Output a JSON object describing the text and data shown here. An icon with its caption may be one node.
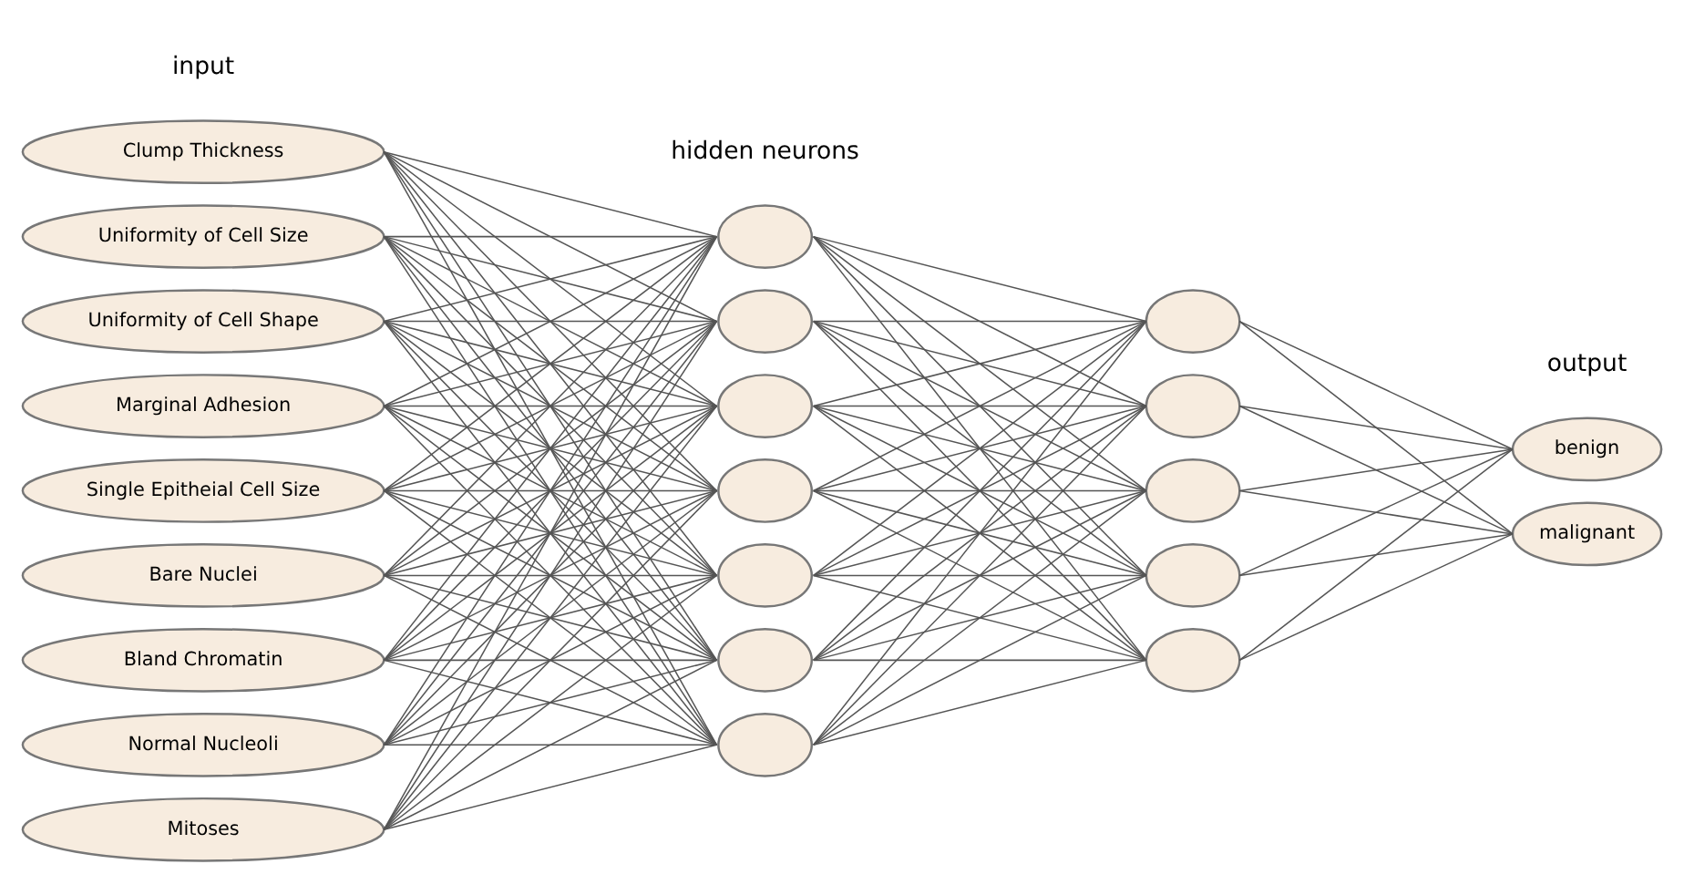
{
  "diagram": {
    "nodes": [
      {
        "text": [
          "Clump Thickness"
        ]
      },
      {
        "text": [
          "Uniformity of Cell Size"
        ]
      },
      {
        "text": [
          "Uniformity of Cell Shape"
        ]
      },
      {
        "text": [
          "Marginal Adhesion"
        ]
      },
      {
        "text": [
          "Single Epitheial Cell Size"
        ]
      },
      {
        "text": [
          "Bare Nuclei"
        ]
      },
      {
        "text": [
          "Bland Chromatin"
        ]
      },
      {
        "text": [
          "Normal Nucleoli"
        ]
      },
      {
        "text": [
          "Mitoses"
        ]
      },
      {
        "text": [],
        "shape": "circle"
      },
      {
        "text": [],
        "shape": "circle"
      },
      {
        "text": [],
        "shape": "circle"
      },
      {
        "text": [],
        "shape": "circle"
      },
      {
        "text": [],
        "shape": "circle"
      },
      {
        "text": [],
        "shape": "circle"
      },
      {
        "text": [],
        "shape": "circle"
      },
      {
        "text": [],
        "shape": "circle"
      },
      {
        "text": [],
        "shape": "circle"
      },
      {
        "text": [],
        "shape": "circle"
      },
      {
        "text": [],
        "shape": "circle"
      },
      {
        "text": [],
        "shape": "circle"
      },
      {
        "text": [
          "benign"
        ]
      },
      {
        "text": [
          "malignant"
        ]
      }
    ],
    "edges": [
      {
        "from": 0,
        "to": 9,
        "arrow": "none"
      },
      {
        "from": 0,
        "to": 10,
        "arrow": "none"
      },
      {
        "from": 0,
        "to": 11,
        "arrow": "none"
      },
      {
        "from": 0,
        "to": 12,
        "arrow": "none"
      },
      {
        "from": 0,
        "to": 13,
        "arrow": "none"
      },
      {
        "from": 0,
        "to": 14,
        "arrow": "none"
      },
      {
        "from": 0,
        "to": 15,
        "arrow": "none"
      },
      {
        "from": 1,
        "to": 9,
        "arrow": "none"
      },
      {
        "from": 1,
        "to": 10,
        "arrow": "none"
      },
      {
        "from": 1,
        "to": 11,
        "arrow": "none"
      },
      {
        "from": 1,
        "to": 12,
        "arrow": "none"
      },
      {
        "from": 1,
        "to": 13,
        "arrow": "none"
      },
      {
        "from": 1,
        "to": 14,
        "arrow": "none"
      },
      {
        "from": 1,
        "to": 15,
        "arrow": "none"
      },
      {
        "from": 2,
        "to": 9,
        "arrow": "none"
      },
      {
        "from": 2,
        "to": 10,
        "arrow": "none"
      },
      {
        "from": 2,
        "to": 11,
        "arrow": "none"
      },
      {
        "from": 2,
        "to": 12,
        "arrow": "none"
      },
      {
        "from": 2,
        "to": 13,
        "arrow": "none"
      },
      {
        "from": 2,
        "to": 14,
        "arrow": "none"
      },
      {
        "from": 2,
        "to": 15,
        "arrow": "none"
      },
      {
        "from": 3,
        "to": 9,
        "arrow": "none"
      },
      {
        "from": 3,
        "to": 10,
        "arrow": "none"
      },
      {
        "from": 3,
        "to": 11,
        "arrow": "none"
      },
      {
        "from": 3,
        "to": 12,
        "arrow": "none"
      },
      {
        "from": 3,
        "to": 13,
        "arrow": "none"
      },
      {
        "from": 3,
        "to": 14,
        "arrow": "none"
      },
      {
        "from": 3,
        "to": 15,
        "arrow": "none"
      },
      {
        "from": 4,
        "to": 9,
        "arrow": "none"
      },
      {
        "from": 4,
        "to": 10,
        "arrow": "none"
      },
      {
        "from": 4,
        "to": 11,
        "arrow": "none"
      },
      {
        "from": 4,
        "to": 12,
        "arrow": "none"
      },
      {
        "from": 4,
        "to": 13,
        "arrow": "none"
      },
      {
        "from": 4,
        "to": 14,
        "arrow": "none"
      },
      {
        "from": 4,
        "to": 15,
        "arrow": "none"
      },
      {
        "from": 5,
        "to": 9,
        "arrow": "none"
      },
      {
        "from": 5,
        "to": 10,
        "arrow": "none"
      },
      {
        "from": 5,
        "to": 11,
        "arrow": "none"
      },
      {
        "from": 5,
        "to": 12,
        "arrow": "none"
      },
      {
        "from": 5,
        "to": 13,
        "arrow": "none"
      },
      {
        "from": 5,
        "to": 14,
        "arrow": "none"
      },
      {
        "from": 5,
        "to": 15,
        "arrow": "none"
      },
      {
        "from": 6,
        "to": 9,
        "arrow": "none"
      },
      {
        "from": 6,
        "to": 10,
        "arrow": "none"
      },
      {
        "from": 6,
        "to": 11,
        "arrow": "none"
      },
      {
        "from": 6,
        "to": 12,
        "arrow": "none"
      },
      {
        "from": 6,
        "to": 13,
        "arrow": "none"
      },
      {
        "from": 6,
        "to": 14,
        "arrow": "none"
      },
      {
        "from": 6,
        "to": 15,
        "arrow": "none"
      },
      {
        "from": 7,
        "to": 9,
        "arrow": "none"
      },
      {
        "from": 7,
        "to": 10,
        "arrow": "none"
      },
      {
        "from": 7,
        "to": 11,
        "arrow": "none"
      },
      {
        "from": 7,
        "to": 12,
        "arrow": "none"
      },
      {
        "from": 7,
        "to": 13,
        "arrow": "none"
      },
      {
        "from": 7,
        "to": 14,
        "arrow": "none"
      },
      {
        "from": 7,
        "to": 15,
        "arrow": "none"
      },
      {
        "from": 8,
        "to": 9,
        "arrow": "none"
      },
      {
        "from": 8,
        "to": 10,
        "arrow": "none"
      },
      {
        "from": 8,
        "to": 11,
        "arrow": "none"
      },
      {
        "from": 8,
        "to": 12,
        "arrow": "none"
      },
      {
        "from": 8,
        "to": 13,
        "arrow": "none"
      },
      {
        "from": 8,
        "to": 14,
        "arrow": "none"
      },
      {
        "from": 8,
        "to": 15,
        "arrow": "none"
      },
      {
        "from": 9,
        "to": 16,
        "arrow": "none"
      },
      {
        "from": 9,
        "to": 17,
        "arrow": "none"
      },
      {
        "from": 9,
        "to": 18,
        "arrow": "none"
      },
      {
        "from": 9,
        "to": 19,
        "arrow": "none"
      },
      {
        "from": 9,
        "to": 20,
        "arrow": "none"
      },
      {
        "from": 10,
        "to": 16,
        "arrow": "none"
      },
      {
        "from": 10,
        "to": 17,
        "arrow": "none"
      },
      {
        "from": 10,
        "to": 18,
        "arrow": "none"
      },
      {
        "from": 10,
        "to": 19,
        "arrow": "none"
      },
      {
        "from": 10,
        "to": 20,
        "arrow": "none"
      },
      {
        "from": 11,
        "to": 16,
        "arrow": "none"
      },
      {
        "from": 11,
        "to": 17,
        "arrow": "none"
      },
      {
        "from": 11,
        "to": 18,
        "arrow": "none"
      },
      {
        "from": 11,
        "to": 19,
        "arrow": "none"
      },
      {
        "from": 11,
        "to": 20,
        "arrow": "none"
      },
      {
        "from": 12,
        "to": 16,
        "arrow": "none"
      },
      {
        "from": 12,
        "to": 17,
        "arrow": "none"
      },
      {
        "from": 12,
        "to": 18,
        "arrow": "none"
      },
      {
        "from": 12,
        "to": 19,
        "arrow": "none"
      },
      {
        "from": 12,
        "to": 20,
        "arrow": "none"
      },
      {
        "from": 13,
        "to": 16,
        "arrow": "none"
      },
      {
        "from": 13,
        "to": 17,
        "arrow": "none"
      },
      {
        "from": 13,
        "to": 18,
        "arrow": "none"
      },
      {
        "from": 13,
        "to": 19,
        "arrow": "none"
      },
      {
        "from": 13,
        "to": 20,
        "arrow": "none"
      },
      {
        "from": 14,
        "to": 16,
        "arrow": "none"
      },
      {
        "from": 14,
        "to": 17,
        "arrow": "none"
      },
      {
        "from": 14,
        "to": 18,
        "arrow": "none"
      },
      {
        "from": 14,
        "to": 19,
        "arrow": "none"
      },
      {
        "from": 14,
        "to": 20,
        "arrow": "none"
      },
      {
        "from": 15,
        "to": 16,
        "arrow": "none"
      },
      {
        "from": 15,
        "to": 17,
        "arrow": "none"
      },
      {
        "from": 15,
        "to": 18,
        "arrow": "none"
      },
      {
        "from": 15,
        "to": 19,
        "arrow": "none"
      },
      {
        "from": 15,
        "to": 20,
        "arrow": "none"
      },
      {
        "from": 16,
        "to": 21,
        "arrow": "none"
      },
      {
        "from": 16,
        "to": 22,
        "arrow": "none"
      },
      {
        "from": 17,
        "to": 21,
        "arrow": "none"
      },
      {
        "from": 17,
        "to": 22,
        "arrow": "none"
      },
      {
        "from": 18,
        "to": 21,
        "arrow": "none"
      },
      {
        "from": 18,
        "to": 22,
        "arrow": "none"
      },
      {
        "from": 19,
        "to": 21,
        "arrow": "none"
      },
      {
        "from": 19,
        "to": 22,
        "arrow": "none"
      },
      {
        "from": 20,
        "to": 21,
        "arrow": "none"
      },
      {
        "from": 20,
        "to": 22,
        "arrow": "none"
      }
    ],
    "labels": [
      "input",
      "hidden neurons",
      "output"
    ]
  }
}
